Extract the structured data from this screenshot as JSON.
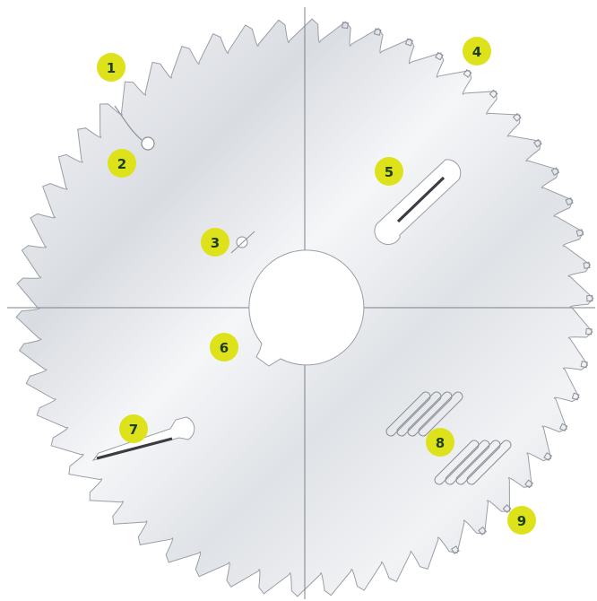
{
  "colors": {
    "background": "#ffffff",
    "blade_light": "#f4f5f7",
    "blade_mid": "#e2e4e8",
    "blade_dark": "#c9ccd2",
    "outline": "#9a9ea6",
    "axis": "#7c8088",
    "slot_accent": "#3a3d42",
    "marker_fill": "#dde21a",
    "marker_text": "#1d3f22"
  },
  "icons": {
    "blade": "circular-saw-blade-icon"
  },
  "markers": [
    {
      "id": "1",
      "label": "1",
      "feature": "tooth-gullet"
    },
    {
      "id": "2",
      "label": "2",
      "feature": "expansion-slot-keyhole"
    },
    {
      "id": "3",
      "label": "3",
      "feature": "pin-hole"
    },
    {
      "id": "4",
      "label": "4",
      "feature": "carbide-teeth"
    },
    {
      "id": "5",
      "label": "5",
      "feature": "laser-cut-slot-upper"
    },
    {
      "id": "6",
      "label": "6",
      "feature": "arbor-keyway"
    },
    {
      "id": "7",
      "label": "7",
      "feature": "laser-cut-slot-lower"
    },
    {
      "id": "8",
      "label": "8",
      "feature": "noise-reduction-pattern"
    },
    {
      "id": "9",
      "label": "9",
      "feature": "tooth-profile"
    }
  ]
}
